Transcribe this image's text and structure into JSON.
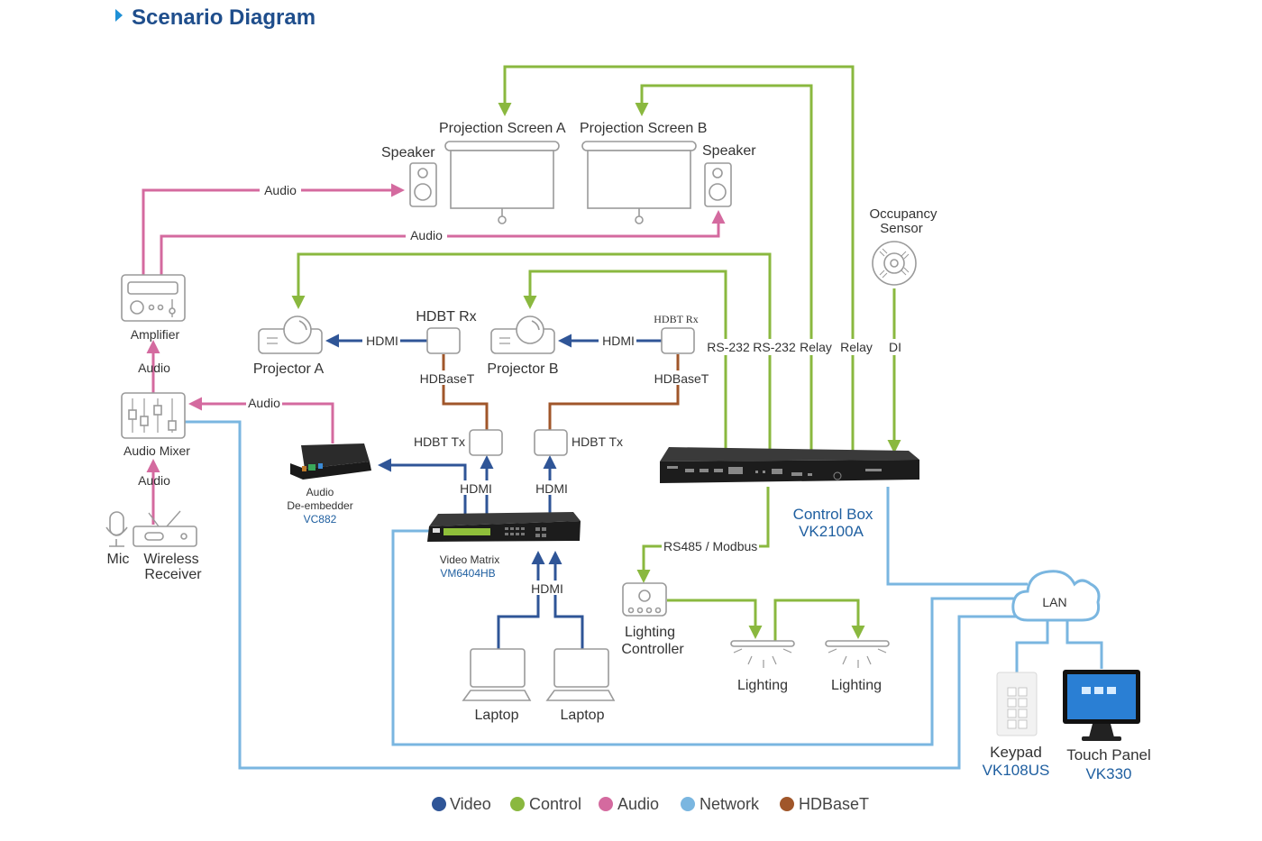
{
  "header": {
    "title": "Scenario Diagram"
  },
  "colors": {
    "video": "#2f5597",
    "control": "#8ab83f",
    "audio": "#d46a9f",
    "network": "#7ab6e0",
    "hdbaset": "#a0562a",
    "title": "#1f4e8c",
    "model": "#1f5fa0"
  },
  "devices": {
    "projection_screen_a": "Projection Screen A",
    "projection_screen_b": "Projection Screen B",
    "speaker_left": "Speaker",
    "speaker_right": "Speaker",
    "occupancy_sensor": [
      "Occupancy",
      "Sensor"
    ],
    "amplifier": "Amplifier",
    "projector_a": "Projector A",
    "projector_b": "Projector B",
    "hdbt_rx_a": "HDBT Rx",
    "hdbt_rx_b": "HDBT Rx",
    "hdbt_tx_a": "HDBT Tx",
    "hdbt_tx_b": "HDBT Tx",
    "audio_mixer": "Audio Mixer",
    "mic": "Mic",
    "wireless_receiver": [
      "Wireless",
      "Receiver"
    ],
    "audio_deembedder": {
      "name": [
        "Audio",
        "De-embedder"
      ],
      "model": "VC882"
    },
    "video_matrix": {
      "name": "Video Matrix",
      "model": "VM6404HB"
    },
    "control_box": {
      "name": "Control Box",
      "model": "VK2100A"
    },
    "lighting_controller": [
      "Lighting",
      "Controller"
    ],
    "lighting_1": "Lighting",
    "lighting_2": "Lighting",
    "laptop_1": "Laptop",
    "laptop_2": "Laptop",
    "lan": "LAN",
    "keypad": {
      "name": "Keypad",
      "model": "VK108US"
    },
    "touch_panel": {
      "name": "Touch Panel",
      "model": "VK330"
    }
  },
  "connections": {
    "amp_to_speaker_a": "Audio",
    "amp_to_speaker_b": "Audio",
    "mixer_to_amp": "Audio",
    "deembedder_to_mixer": "Audio",
    "receiver_to_mixer": "Audio",
    "rx_a_to_projector_a": "HDMI",
    "rx_b_to_projector_b": "HDMI",
    "tx_a_to_rx_a": "HDBaseT",
    "tx_b_to_rx_b": "HDBaseT",
    "matrix_out_a": "HDMI",
    "matrix_out_b": "HDMI",
    "laptops_to_matrix": "HDMI",
    "control_rs232_a": "RS-232",
    "control_rs232_b": "RS-232",
    "control_relay_a": "Relay",
    "control_relay_b": "Relay",
    "sensor_di": "DI",
    "control_to_lighting": "RS485 / Modbus"
  },
  "legend": [
    {
      "label": "Video",
      "color": "#2f5597"
    },
    {
      "label": "Control",
      "color": "#8ab83f"
    },
    {
      "label": "Audio",
      "color": "#d46a9f"
    },
    {
      "label": "Network",
      "color": "#7ab6e0"
    },
    {
      "label": "HDBaseT",
      "color": "#a0562a"
    }
  ]
}
